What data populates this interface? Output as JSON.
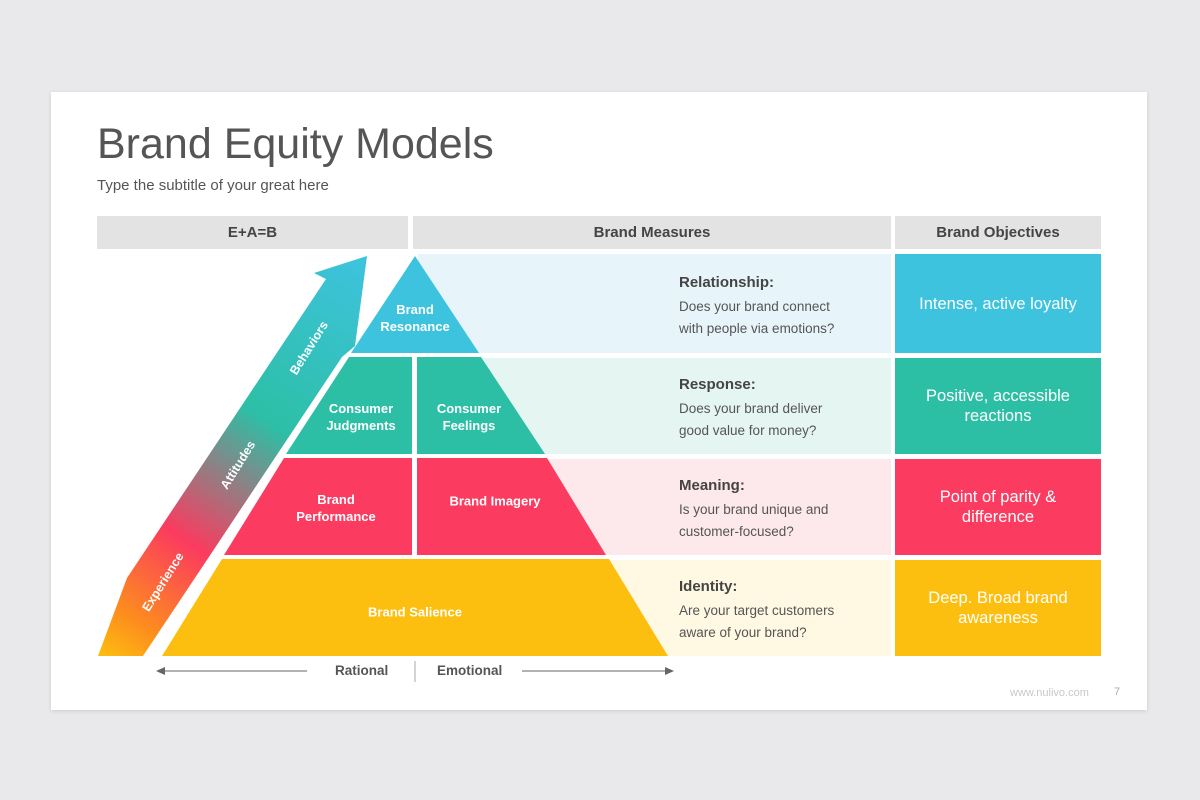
{
  "slide": {
    "title": "Brand Equity Models",
    "subtitle": "Type the subtitle of your great here"
  },
  "headers": {
    "eab": "E+A=B",
    "measures": "Brand Measures",
    "objectives": "Brand Objectives"
  },
  "pyramid": {
    "levels": [
      {
        "blocks": [
          {
            "label": "Brand Resonance"
          }
        ],
        "color": "#3ec3df"
      },
      {
        "blocks": [
          {
            "label": "Consumer Judgments"
          },
          {
            "label": "Consumer Feelings"
          }
        ],
        "color": "#2dbfa6"
      },
      {
        "blocks": [
          {
            "label": "Brand Performance"
          },
          {
            "label": "Brand Imagery"
          }
        ],
        "color": "#fb3b5f"
      },
      {
        "blocks": [
          {
            "label": "Brand Salience"
          }
        ],
        "color": "#fdbf0f"
      }
    ]
  },
  "arrow": {
    "words": [
      "Experience",
      "Attitudes",
      "Behaviors"
    ],
    "colors": {
      "bottom": "#fd8f1d",
      "middle": "#fb3b5f",
      "upper": "#2dbfa6",
      "top": "#3ec3df"
    }
  },
  "axis": {
    "left_label": "Rational",
    "right_label": "Emotional"
  },
  "measures": [
    {
      "title": "Relationship:",
      "desc_lines": [
        "Does your brand connect",
        "with people via emotions?"
      ]
    },
    {
      "title": "Response:",
      "desc_lines": [
        "Does your brand deliver",
        "good value for money?"
      ]
    },
    {
      "title": "Meaning:",
      "desc_lines": [
        "Is your brand unique and",
        "customer-focused?"
      ]
    },
    {
      "title": "Identity:",
      "desc_lines": [
        "Are your target customers",
        "aware of your brand?"
      ]
    }
  ],
  "objectives": [
    {
      "text": "Intense, active loyalty",
      "color": "#3ec3df"
    },
    {
      "text": "Positive, accessible reactions",
      "color": "#2dbfa6"
    },
    {
      "text": "Point of parity & difference",
      "color": "#fb3b5f"
    },
    {
      "text": "Deep. Broad brand awareness",
      "color": "#fdbf0f"
    }
  ],
  "footer": {
    "url": "www.nulivo.com",
    "page_number": "7"
  }
}
